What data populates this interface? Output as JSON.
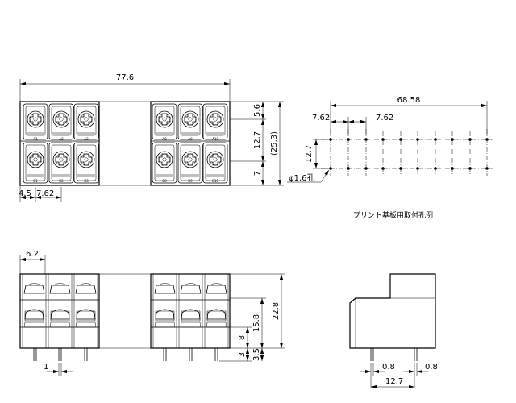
{
  "front_view": {
    "overall_width": "77.6",
    "top_height": "5.6",
    "pitch_height": "12.7",
    "bottom_height": "7",
    "total_height_ref": "(25.3)",
    "edge_offset": "4.5",
    "pitch": "7.62",
    "upper_labels": [
      "A1",
      "A2",
      "A3",
      "A8",
      "A9",
      "A10"
    ],
    "lower_labels": [
      "B1",
      "B2",
      "B3",
      "B8",
      "B9",
      "B10"
    ]
  },
  "pcb_layout": {
    "span": "68.58",
    "pitch_left": "7.62",
    "pitch_right": "7.62",
    "row_spacing": "12.7",
    "hole_callout": "φ1.6孔",
    "caption": "プリント基板用取付孔例"
  },
  "side_view": {
    "cell_width": "6.2",
    "pin_width": "1",
    "dim_8": "8",
    "dim_15_8": "15.8",
    "dim_22_8": "22.8",
    "dim_3": "3",
    "dim_3_5": "3.5"
  },
  "end_view": {
    "pin_thick_left": "0.8",
    "pin_thick_right": "0.8",
    "pin_spacing": "12.7"
  }
}
